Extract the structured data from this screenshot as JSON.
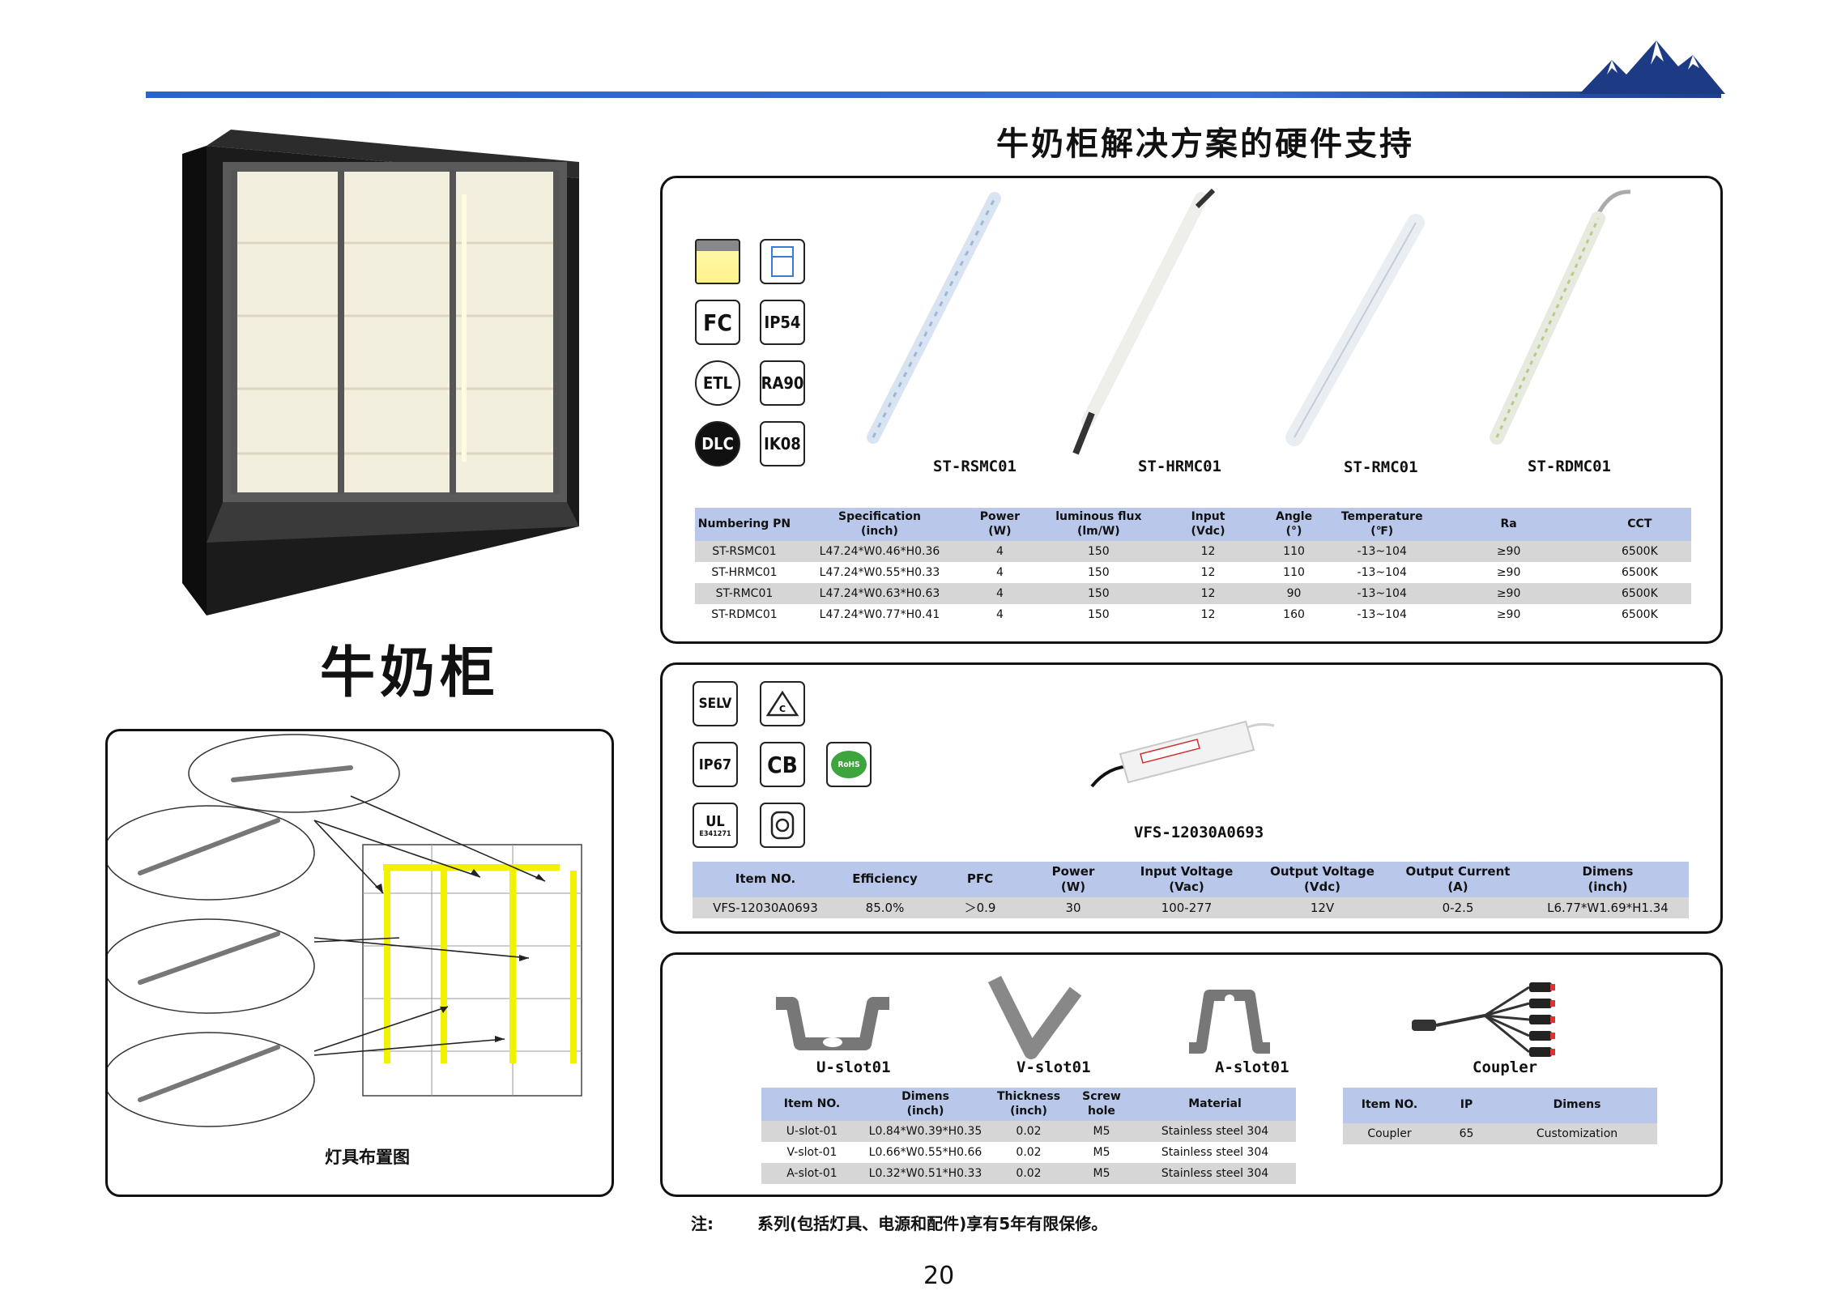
{
  "page": {
    "title": "牛奶柜解决方案的硬件支持",
    "cabinet_title": "牛奶柜",
    "layout_caption": "灯具布置图",
    "note_label": "注:",
    "note_text": "系列(包括灯具、电源和配件)享有5年有限保修。",
    "page_number": "20"
  },
  "lights": {
    "certs": [
      "IP54",
      "RA90",
      "IK08"
    ],
    "products": [
      "ST-RSMC01",
      "ST-HRMC01",
      "ST-RMC01",
      "ST-RDMC01"
    ],
    "headers": [
      [
        "Numbering PN",
        ""
      ],
      [
        "Specification",
        "(inch)"
      ],
      [
        "Power",
        "(W)"
      ],
      [
        "luminous flux",
        "(lm/W)"
      ],
      [
        "Input",
        "(Vdc)"
      ],
      [
        "Angle",
        "(°)"
      ],
      [
        "Temperature",
        "(℉)"
      ],
      [
        "Ra",
        ""
      ],
      [
        "CCT",
        ""
      ]
    ],
    "rows": [
      [
        "ST-RSMC01",
        "L47.24*W0.46*H0.36",
        "4",
        "150",
        "12",
        "110",
        "-13~104",
        "≥90",
        "6500K"
      ],
      [
        "ST-HRMC01",
        "L47.24*W0.55*H0.33",
        "4",
        "150",
        "12",
        "110",
        "-13~104",
        "≥90",
        "6500K"
      ],
      [
        "ST-RMC01",
        "L47.24*W0.63*H0.63",
        "4",
        "150",
        "12",
        "90",
        "-13~104",
        "≥90",
        "6500K"
      ],
      [
        "ST-RDMC01",
        "L47.24*W0.77*H0.41",
        "4",
        "150",
        "12",
        "160",
        "-13~104",
        "≥90",
        "6500K"
      ]
    ]
  },
  "driver": {
    "certs": [
      "SELV",
      "IP67",
      "CB",
      "RoHS",
      "E341271"
    ],
    "product": "VFS-12030A0693",
    "headers": [
      [
        "Item NO.",
        ""
      ],
      [
        "Efficiency",
        ""
      ],
      [
        "PFC",
        ""
      ],
      [
        "Power",
        "(W)"
      ],
      [
        "Input Voltage",
        "(Vac)"
      ],
      [
        "Output Voltage",
        "(Vdc)"
      ],
      [
        "Output Current",
        "(A)"
      ],
      [
        "Dimens",
        "(inch)"
      ]
    ],
    "rows": [
      [
        "VFS-12030A0693",
        "85.0%",
        "＞0.9",
        "30",
        "100-277",
        "12V",
        "0-2.5",
        "L6.77*W1.69*H1.34"
      ]
    ]
  },
  "accessories": {
    "products": [
      "U-slot01",
      "V-slot01",
      "A-slot01",
      "Coupler"
    ],
    "slot_headers": [
      [
        "Item NO.",
        ""
      ],
      [
        "Dimens",
        "(inch)"
      ],
      [
        "Thickness",
        "(inch)"
      ],
      [
        "Screw",
        "hole"
      ],
      [
        "Material",
        ""
      ]
    ],
    "slot_rows": [
      [
        "U-slot-01",
        "L0.84*W0.39*H0.35",
        "0.02",
        "M5",
        "Stainless steel 304"
      ],
      [
        "V-slot-01",
        "L0.66*W0.55*H0.66",
        "0.02",
        "M5",
        "Stainless steel 304"
      ],
      [
        "A-slot-01",
        "L0.32*W0.51*H0.33",
        "0.02",
        "M5",
        "Stainless steel 304"
      ]
    ],
    "coupler_headers": [
      "Item NO.",
      "IP",
      "Dimens"
    ],
    "coupler_rows": [
      [
        "Coupler",
        "65",
        "Customization"
      ]
    ]
  },
  "colors": {
    "header_fill": "#b9c8ea",
    "row_shade": "#d6d6d6",
    "accent_blue": "#2b63c8",
    "layout_yellow": "#f2f200"
  }
}
